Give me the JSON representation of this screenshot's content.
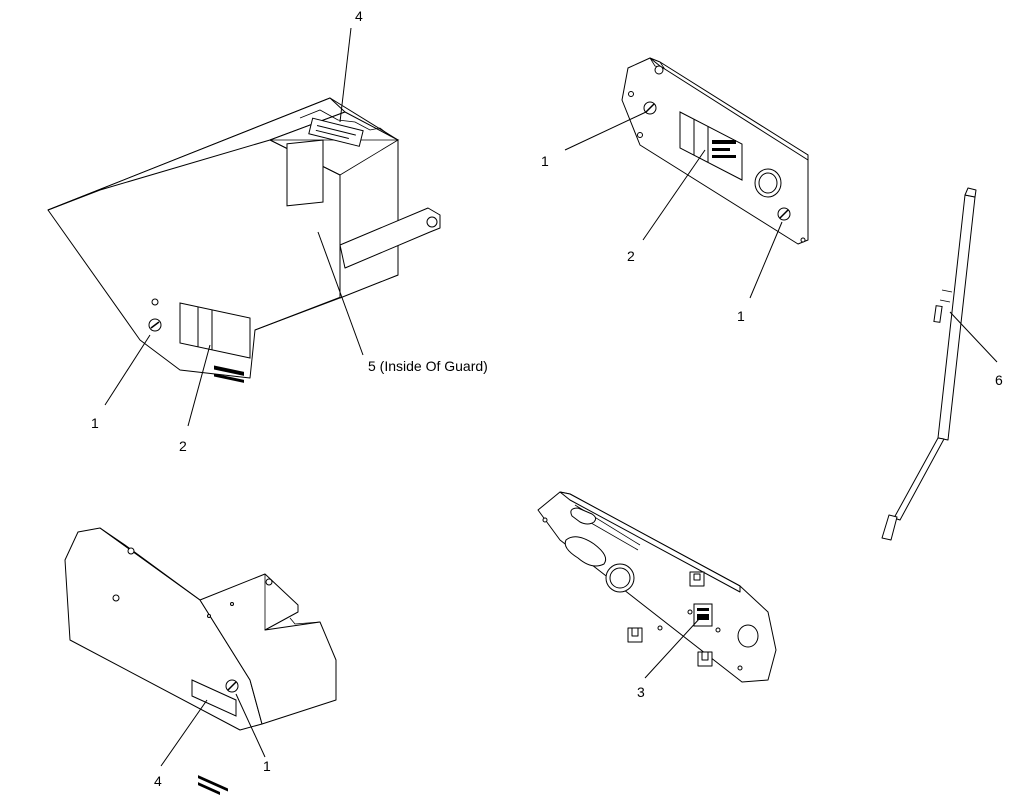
{
  "callouts": {
    "c1": "4",
    "c2": "1",
    "c3": "2",
    "c4": "5 (Inside Of Guard)",
    "c5": "1",
    "c6": "2",
    "c7": "1",
    "c8": "6",
    "c9": "4",
    "c10": "1",
    "c11": "3"
  },
  "icons": {
    "screw": "screw-icon",
    "decal": "decal-icon",
    "gas_spring": "gas-spring-icon"
  },
  "colors": {
    "line": "#000000",
    "background": "#ffffff"
  }
}
